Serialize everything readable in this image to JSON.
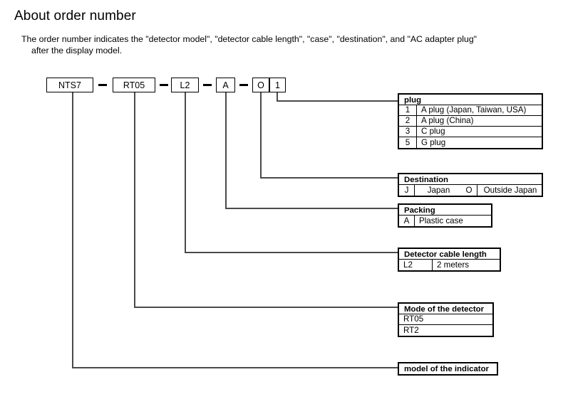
{
  "page": {
    "title": "About order number",
    "intro_line1": "The order number indicates the \"detector model\", \"detector cable length\", \"case\", \"destination\", and \"AC adapter plug\"",
    "intro_line2": "after the display model."
  },
  "order_code": {
    "segments": [
      {
        "value": "NTS7"
      },
      {
        "value": "RT05"
      },
      {
        "value": "L2"
      },
      {
        "value": "A"
      },
      {
        "value": "O"
      },
      {
        "value": "1"
      }
    ],
    "separator": "—"
  },
  "tables": {
    "plug": {
      "header": "plug",
      "rows": [
        {
          "code": "1",
          "desc": "A plug (Japan, Taiwan, USA)"
        },
        {
          "code": "2",
          "desc": "A plug (China)"
        },
        {
          "code": "3",
          "desc": "C plug"
        },
        {
          "code": "5",
          "desc": "G plug"
        }
      ]
    },
    "destination": {
      "header": "Destination",
      "row": {
        "code1": "J",
        "desc1": "Japan",
        "code2": "O",
        "desc2": "Outside Japan"
      }
    },
    "packing": {
      "header": "Packing",
      "rows": [
        {
          "code": "A",
          "desc": "Plastic case"
        }
      ]
    },
    "cable_length": {
      "header": "Detector cable length",
      "rows": [
        {
          "code": "L2",
          "desc": "2 meters"
        }
      ]
    },
    "detector_mode": {
      "header": "Mode of the detector",
      "rows": [
        {
          "code": "RT05"
        },
        {
          "code": "RT2"
        }
      ]
    },
    "indicator_model": {
      "header": "model of the indicator"
    }
  },
  "colors": {
    "line": "#4a4a4a",
    "border": "#000000",
    "background": "#ffffff"
  }
}
